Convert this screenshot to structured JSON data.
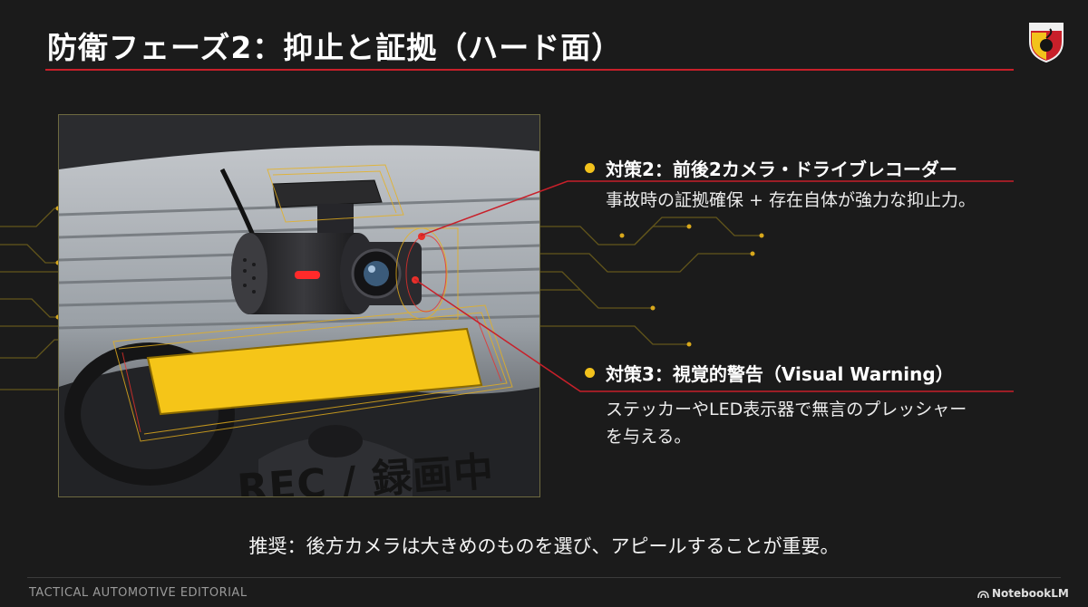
{
  "slide": {
    "title": "防衛フェーズ2：抑止と証拠（ハード面）",
    "overlay_text": "REC / 録画中",
    "points": [
      {
        "heading": "対策2：前後2カメラ・ドライブレコーダー",
        "body": "事故時の証拠確保 + 存在自体が強力な抑止力。"
      },
      {
        "heading": "対策3：視覚的警告（Visual Warning）",
        "body_line1": "ステッカーやLED表示器で無言のプレッシャー",
        "body_line2": "を与える。"
      }
    ],
    "recommendation": "推奨：後方カメラは大きめのものを選び、アピールすることが重要。",
    "footer": "TACTICAL AUTOMOTIVE EDITORIAL",
    "brand": "NotebookLM"
  },
  "colors": {
    "accent_red": "#c8202a",
    "bullet_yellow": "#f2c21c",
    "background": "#1b1b1b",
    "sign_yellow": "#f5c518"
  },
  "icons": [
    "scorpion-badge-icon",
    "notebooklm-icon",
    "bullet-dot-icon"
  ]
}
